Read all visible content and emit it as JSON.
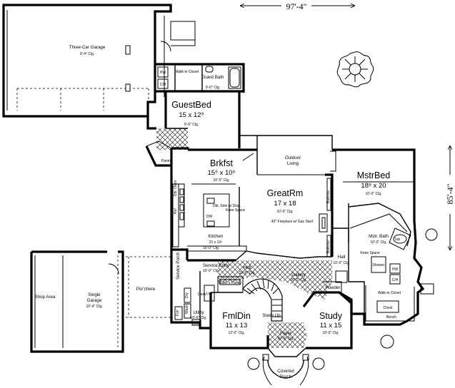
{
  "dimensions": {
    "width": "97'-4\"",
    "depth": "85'-4\""
  },
  "rooms": {
    "garage3": {
      "name": "Three-Car Garage",
      "clg": "9'-4\" Clg."
    },
    "walkin_closet_top": {
      "name": "Walk-in Closet"
    },
    "guest_bath": {
      "name": "Guest Bath",
      "clg": "9'-0\" Clg."
    },
    "guest_bed": {
      "name": "GuestBed",
      "size": "15 x 12⁹",
      "clg": "9'-0\" Clg."
    },
    "pantry": {
      "name": "Pantry"
    },
    "brkfst": {
      "name": "Brkfst",
      "size": "15⁶ x 10⁶",
      "clg": "10'-0\" Clg."
    },
    "outdoor_living": {
      "name": "Outdoor Living"
    },
    "great_rm": {
      "name": "GreatRm",
      "size": "17 x 18",
      "clg": "10'-0\" Clg."
    },
    "mstr_bed": {
      "name": "MstrBed",
      "size": "18⁸ x 20",
      "clg": "10'-0\" Clg."
    },
    "kitchen": {
      "name": "Kitchen",
      "size": "21 x 13⁶",
      "clg": "10'-0\" Clg."
    },
    "mstr_bath": {
      "name": "Mstr. Bath",
      "clg": "10'-0\" Clg."
    },
    "hall_right": {
      "name": "Hall",
      "clg": "10'-0\" Clg."
    },
    "knee_space_bath": {
      "name": "Knee Space"
    },
    "service_porch": {
      "name": "Service Porch"
    },
    "service_entry": {
      "name": "Service Entry",
      "clg": "10'-0\" Clg."
    },
    "hall_center": {
      "name": "Hall",
      "clg": "10'-0\" Clg."
    },
    "gallery": {
      "name": "Gallery",
      "clg": "20'-0\" Clg."
    },
    "porchere": {
      "name": "Por'chere"
    },
    "shop_area": {
      "name": "Shop Area"
    },
    "single_garage": {
      "name": "Single Garage",
      "clg": "10'-4\" Clg."
    },
    "utility": {
      "name": "Utility",
      "clg": "10'-0\" Clg."
    },
    "butlers_pantry": {
      "name": "Butler's Pantry"
    },
    "fml_din": {
      "name": "FmlDin",
      "size": "11 x 13",
      "clg": "12'-0\" Clg."
    },
    "powder": {
      "name": "Powder"
    },
    "study": {
      "name": "Study",
      "size": "11 x 15",
      "clg": "10'-0\" Clg."
    },
    "master_closet": {
      "name": "Walk-in Closet"
    },
    "foyer": {
      "name": "Foyer",
      "clg": "20'-0\" Clg."
    },
    "covered_porch": {
      "name": "Covered Porch"
    }
  },
  "fixtures": {
    "hw": "HW",
    "ch": "C/H",
    "hw2": "HW",
    "ch2": "C/H",
    "chest": "Chest",
    "bench": "Bench",
    "stairs": "Stairs Up",
    "dbl_sink": "Dbl. Sink w/ Disp.",
    "knee_space_kitchen": "Knee Space",
    "dw": "DW",
    "ref": "Ref",
    "dbl_oven": "Dbl. Oven",
    "fireplace": "42\" Fireplace w/ Gas Start",
    "built_ins_1": "Built-ins",
    "built_ins_2": "Built-ins",
    "shower": "Shower",
    "tub": "Tub",
    "freezer": "Frzr",
    "dryer": "Dry",
    "washer": "Wash",
    "sink": "Sink",
    "linen": "Lnn",
    "desk": "Desk"
  },
  "colors": {
    "ink": "#000000",
    "paper": "#ffffff"
  }
}
